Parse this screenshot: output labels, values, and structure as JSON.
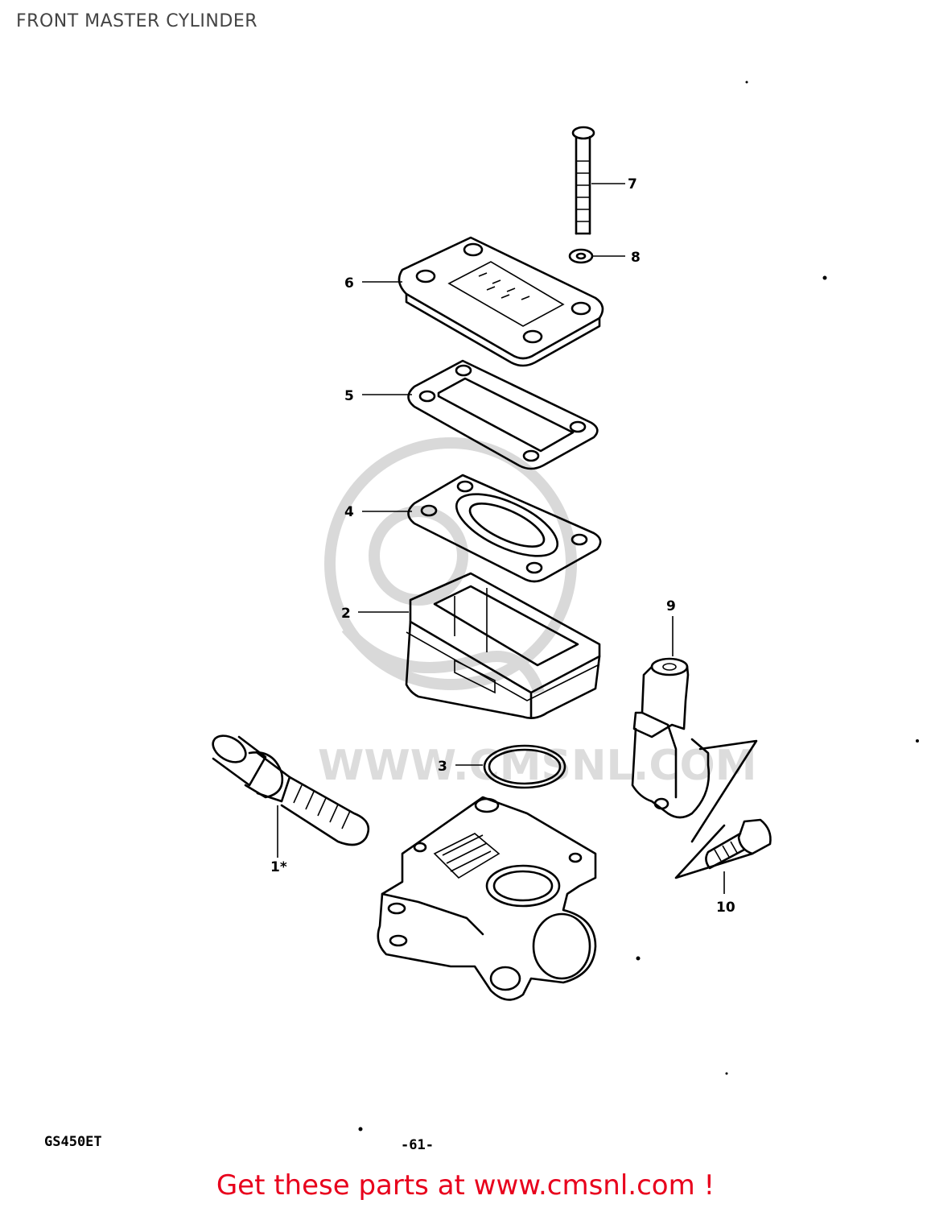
{
  "page": {
    "title": "FRONT MASTER CYLINDER",
    "model_code": "GS450ET",
    "page_number": "-61-",
    "cta_text": "Get these parts at www.cmsnl.com !"
  },
  "watermark": {
    "text": "WWW.CMSNL.COM"
  },
  "parts": [
    {
      "id": "part-1",
      "label": "1*"
    },
    {
      "id": "part-2",
      "label": "2"
    },
    {
      "id": "part-3",
      "label": "3"
    },
    {
      "id": "part-4",
      "label": "4"
    },
    {
      "id": "part-5",
      "label": "5"
    },
    {
      "id": "part-6",
      "label": "6"
    },
    {
      "id": "part-7",
      "label": "7"
    },
    {
      "id": "part-8",
      "label": "8"
    },
    {
      "id": "part-9",
      "label": "9"
    },
    {
      "id": "part-10",
      "label": "10"
    }
  ],
  "colors": {
    "cta": "#e8001c",
    "line": "#000000",
    "watermark": "#d9d9d9"
  }
}
